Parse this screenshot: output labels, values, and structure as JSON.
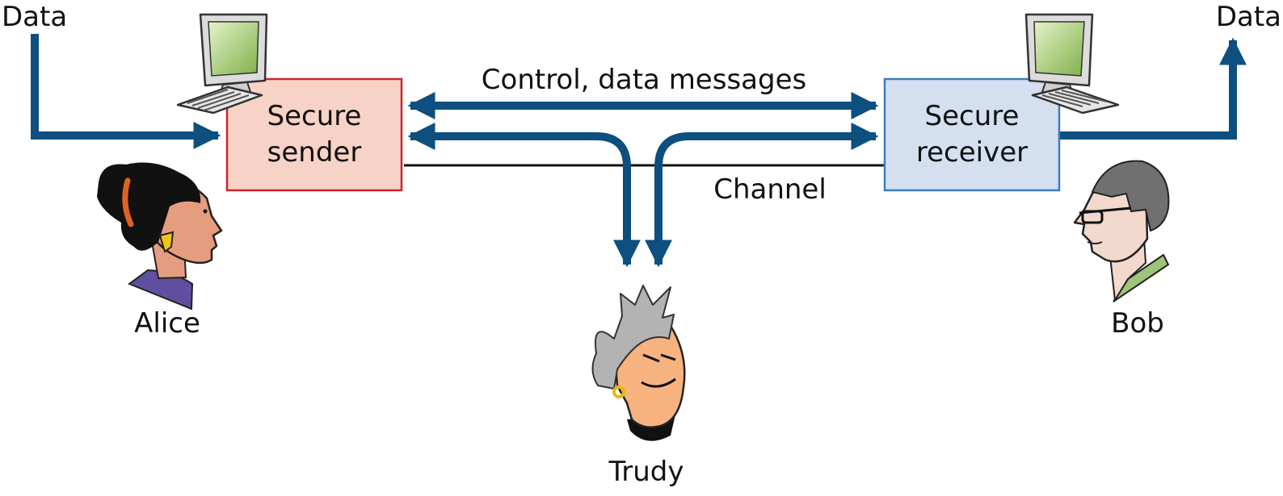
{
  "labels": {
    "data_in": "Data",
    "data_out": "Data",
    "control_messages": "Control, data messages",
    "channel": "Channel",
    "sender_line1": "Secure",
    "sender_line2": "sender",
    "receiver_line1": "Secure",
    "receiver_line2": "receiver",
    "alice": "Alice",
    "bob": "Bob",
    "trudy": "Trudy"
  },
  "colors": {
    "arrow": "#0d4f7f",
    "sender_fill": "#f6d3c6",
    "sender_border": "#c8262d",
    "receiver_fill": "#d4dff0",
    "receiver_border": "#3b7dbf",
    "channel_line": "#111111"
  },
  "icons": [
    "computer-icon",
    "alice-icon",
    "bob-icon",
    "trudy-icon"
  ]
}
